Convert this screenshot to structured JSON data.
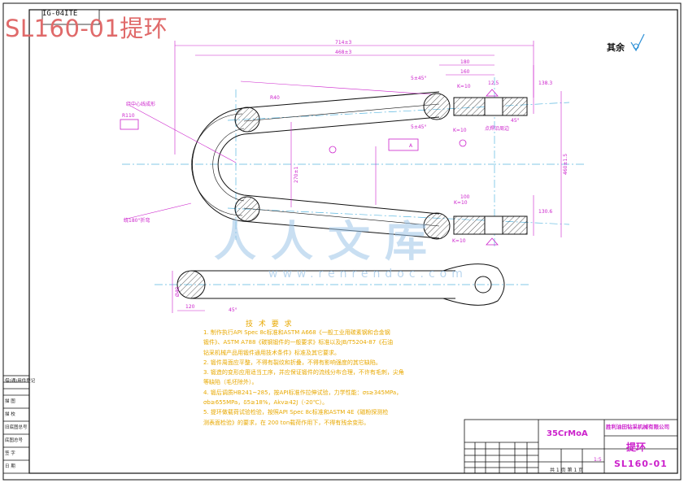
{
  "header": {
    "big_title": "SL160-01提环",
    "code_box": "IG-04ITE",
    "qiyu_label": "其余"
  },
  "dimensions": {
    "overall_length": "714±3",
    "inner_length": "468±3",
    "dim_180": "180",
    "dim_160": "160",
    "dim_r40": "R40",
    "bevel_top": "5±45°",
    "bevel_bottom": "5±45°",
    "k10_top": "K=10",
    "k10_top2": "K=10",
    "k10_bottom": "K=10",
    "k10_bottom2": "K=10",
    "height_total": "460±1.5",
    "height_inner": "270±1",
    "right_h1": "138.3",
    "right_h2": "130.6",
    "angle_45": "45°",
    "radius_note": "R110",
    "bend_note": "绕中心线成形",
    "bend_angle_note": "绕180°折弯",
    "datum_a": "A",
    "bottom_dia": "Ø40",
    "bottom_len": "120",
    "bottom_angle": "45°",
    "dim_100": "100",
    "dim_12": "12.5",
    "weld_note": "点焊沿周边"
  },
  "tech_requirements": {
    "title": "技 术 要 求",
    "lines": [
      "1. 制作执行API Spec 8c标准和ASTM A668《一般工业用碳素钢和合金钢",
      "    锻件》、ASTM A788《碳钢锻件的一般要求》标准以及JB/T5204-87《石油",
      "    钻采机械产品用锻件通用技术条件》标准及其它要求。",
      "2. 锻件周面应平整，不得有裂纹和折叠，不得有影响强度的其它缺陷。",
      "3. 锻造的变形应用适当工序，并应保证锻件的流线分布合理，不许有毛刺，尖角",
      "    等缺陷（毛坯除外）。",
      "4. 锻后调质HB241~285，按API标准作拉伸试验，力学性能：σs≥345MPa，",
      "    σb≥655MPa，δ5≥18%，Akv≥42J（-20℃）。",
      "5. 提环做载荷试验检验，按照API Spec 8c标准和ASTM 4E《磁粉探测检",
      "    测表面检验》的要求，在 200 ton载荷作用下，不得有残余变形。"
    ]
  },
  "title_block": {
    "material": "35CrMoA",
    "company": "胜利油田钻采机械有限公司",
    "part_name": "提环",
    "drawing_number": "SL160-01",
    "scale": "1:5",
    "sheet": "共 1 页  第 1 页"
  },
  "side_table": {
    "rows": [
      "借(通)用件登记",
      "描 图",
      "描 校",
      "旧底图总号",
      "底图总号",
      "签 字",
      "日 期"
    ]
  },
  "watermark": {
    "text": "人人文库",
    "url": "www.renrendoc.com"
  },
  "colors": {
    "title_red": "#e06a6a",
    "annotation_magenta": "#cc22cc",
    "note_yellow": "#e8a800",
    "centerline_blue": "#5bb7e0",
    "outline": "#111111"
  }
}
